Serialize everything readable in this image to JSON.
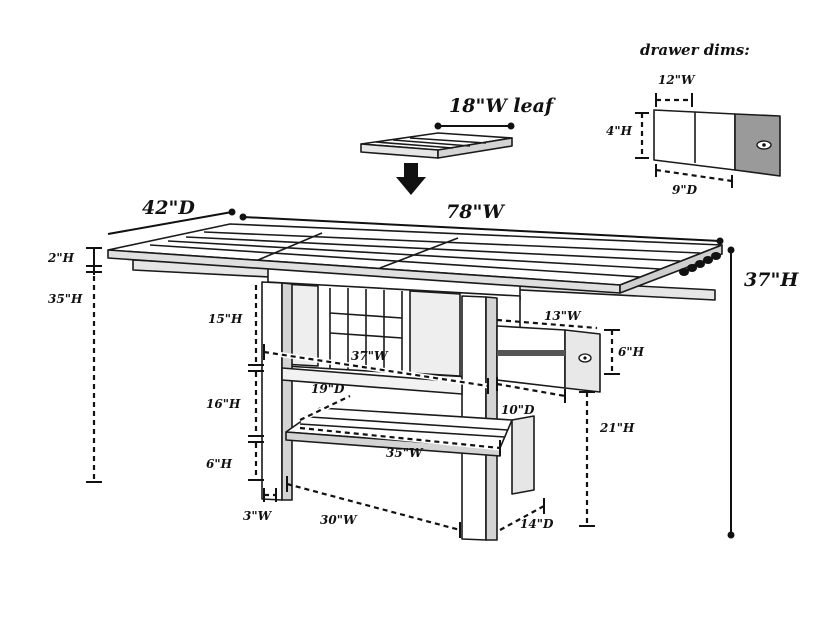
{
  "labels": {
    "drawer_title": "drawer dims:",
    "drawer_width": "12\"W",
    "drawer_height": "4\"H",
    "drawer_depth": "9\"D",
    "leaf": "18\"W leaf",
    "depth": "42\"D",
    "width": "78\"W",
    "total_height": "37\"H",
    "top_thickness": "2\"H",
    "leg_height": "35\"H",
    "upper_section": "15\"H",
    "middle_section": "16\"H",
    "lower_section": "6\"H",
    "foot_width": "3\"W",
    "base_width": "30\"W",
    "base_depth": "14\"D",
    "open_drawer_width": "13\"W",
    "open_drawer_height": "6\"H",
    "open_drawer_depth": "10\"D",
    "shelf_clearance": "21\"H",
    "apron_width": "37\"W",
    "shelf_depth": "19\"D",
    "shelf_width": "35\"W"
  },
  "colors": {
    "wood_top": "#ffffff",
    "wood_side": "#e6e6e6",
    "wood_dark": "#bdbdbd",
    "drawer_front": "#9a9a9a",
    "ink": "#111111"
  },
  "icons": {
    "arrow": "down-arrow-icon",
    "drawer_knob": "knob-icon"
  }
}
